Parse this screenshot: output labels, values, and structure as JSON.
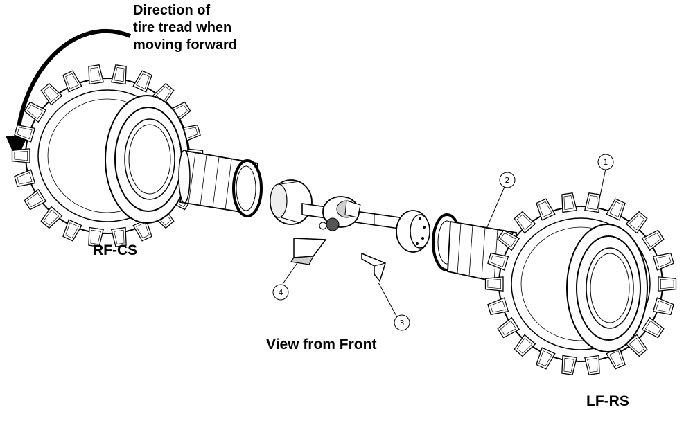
{
  "direction_note": {
    "lines": [
      "Direction of",
      "tire tread when",
      "moving forward"
    ]
  },
  "labels": {
    "right_front": "RF-CS",
    "left_front": "LF-RS",
    "view": "View from Front"
  },
  "callouts": [
    "1",
    "2",
    "3",
    "4"
  ],
  "colors": {
    "ink": "#000000",
    "paper": "#ffffff",
    "shade": "#cfcfcf",
    "dark_shade": "#555555"
  }
}
